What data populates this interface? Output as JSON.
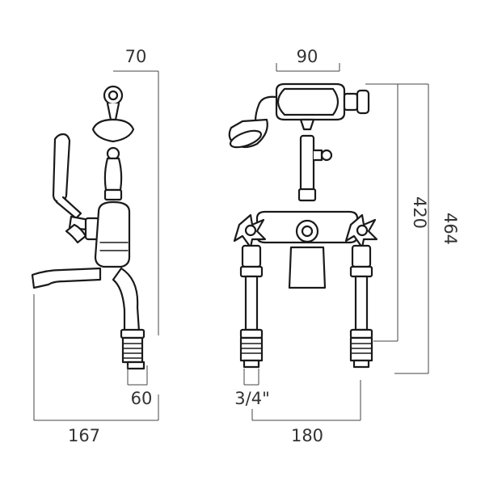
{
  "dimensions": {
    "side_top_width": "70",
    "side_base_width": "60",
    "side_spout_reach": "167",
    "front_handset_width": "90",
    "front_height_inner": "420",
    "front_height_total": "464",
    "front_thread_size": "3/4\"",
    "front_centres": "180"
  },
  "colors": {
    "line": "#1a1a1a",
    "dimension": "#444444",
    "background": "#ffffff"
  }
}
